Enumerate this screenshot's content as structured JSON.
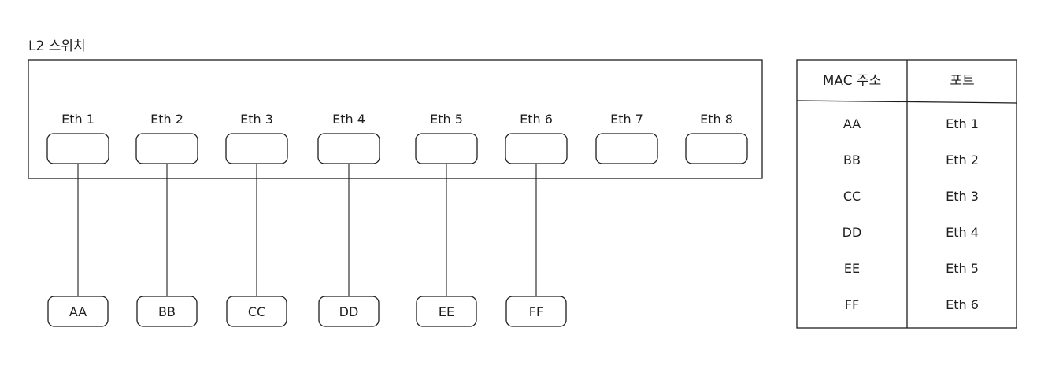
{
  "switch": {
    "title": "L2 스위치",
    "ports": [
      {
        "label": "Eth 1",
        "device": "AA"
      },
      {
        "label": "Eth 2",
        "device": "BB"
      },
      {
        "label": "Eth 3",
        "device": "CC"
      },
      {
        "label": "Eth 4",
        "device": "DD"
      },
      {
        "label": "Eth 5",
        "device": "EE"
      },
      {
        "label": "Eth 6",
        "device": "FF"
      },
      {
        "label": "Eth 7",
        "device": ""
      },
      {
        "label": "Eth 8",
        "device": ""
      }
    ]
  },
  "mac_table": {
    "headers": [
      "MAC 주소",
      "포트"
    ],
    "rows": [
      [
        "AA",
        "Eth 1"
      ],
      [
        "BB",
        "Eth 2"
      ],
      [
        "CC",
        "Eth 3"
      ],
      [
        "DD",
        "Eth 4"
      ],
      [
        "EE",
        "Eth 5"
      ],
      [
        "FF",
        "Eth 6"
      ]
    ]
  },
  "colors": {
    "stroke": "#1e1e1e",
    "background": "#ffffff"
  }
}
